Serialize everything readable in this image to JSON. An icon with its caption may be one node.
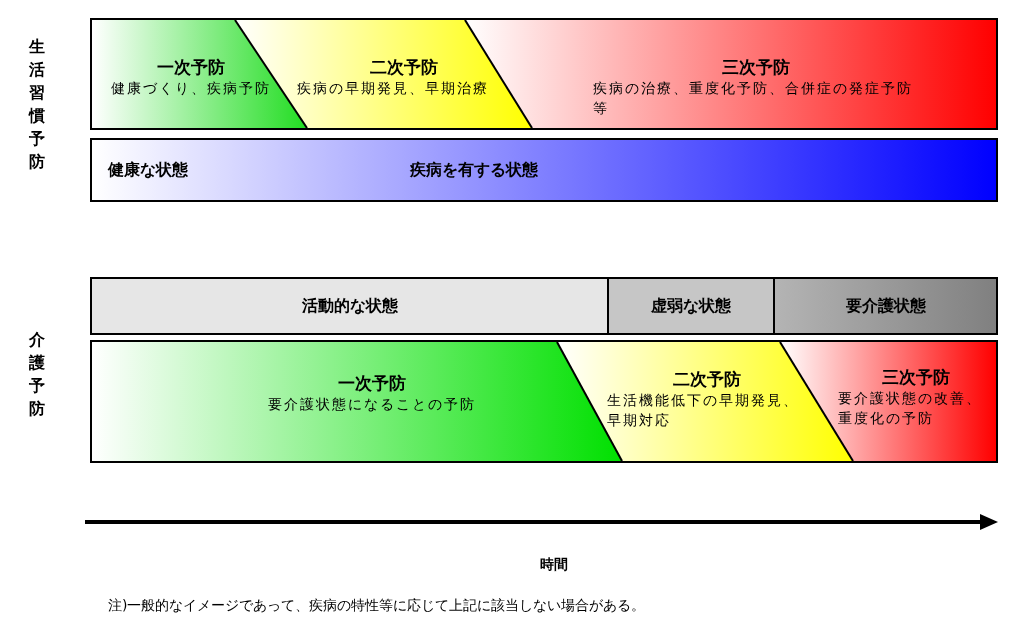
{
  "diagram": {
    "nodes": [
      {
        "text": [
          "一次予防",
          "健康づくり、疾病予防"
        ]
      },
      {
        "text": [
          "二次予防",
          "疾病の早期発見、早期治療"
        ]
      },
      {
        "text": [
          "三次予防",
          "疾病の治療、重度化予防、合併症の発症予防等"
        ]
      },
      {
        "text": [
          "健康な状態",
          "疾病を有する状態"
        ]
      },
      {
        "text": [
          "活動的な状態"
        ]
      },
      {
        "text": [
          "虚弱な状態"
        ]
      },
      {
        "text": [
          "要介護状態"
        ]
      },
      {
        "text": [
          "一次予防",
          "要介護状態になることの予防"
        ]
      },
      {
        "text": [
          "二次予防",
          "生活機能低下の早期発見、早期対応"
        ]
      },
      {
        "text": [
          "三次予防",
          "要介護状態の改善、重度化の予防"
        ]
      }
    ],
    "labels": [
      "生活習慣予防",
      "介護予防",
      "時間",
      "注)一般的なイメージであって、疾病の特性等に応じて上記に該当しない場合がある。"
    ]
  }
}
